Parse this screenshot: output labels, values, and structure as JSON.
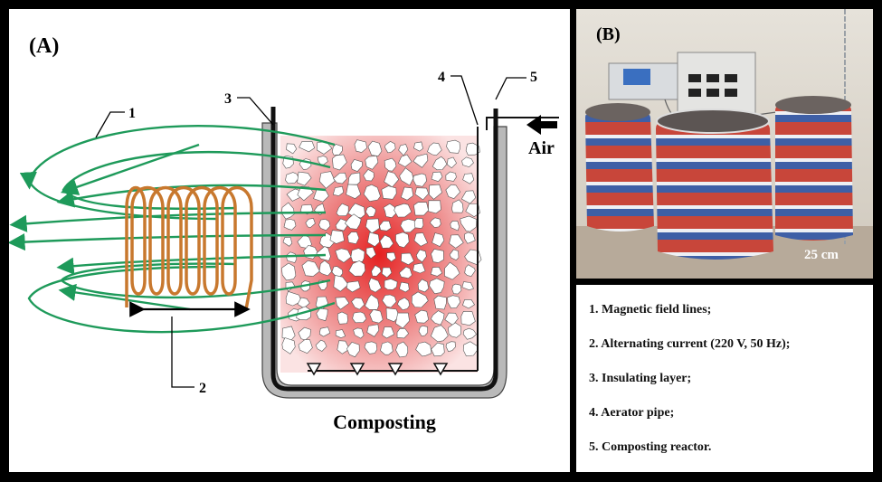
{
  "panel_a": {
    "label": "(A)",
    "callouts": [
      "1",
      "2",
      "3",
      "4",
      "5"
    ],
    "air_label": "Air",
    "caption": "Composting"
  },
  "panel_b": {
    "label": "(B)",
    "scale_label": "25 cm"
  },
  "legend": {
    "items": [
      "1. Magnetic field lines;",
      "2. Alternating current (220 V, 50 Hz);",
      "3. Insulating layer;",
      "4. Aerator pipe;",
      "5. Composting reactor."
    ]
  },
  "colors": {
    "field_lines": "#1e9a5a",
    "coil": "#c8782e",
    "compost_gradient": "#d81f1f",
    "insulation": "#b9b9b9",
    "stripe_red": "#c8463a",
    "stripe_blue": "#3e5fa6"
  }
}
